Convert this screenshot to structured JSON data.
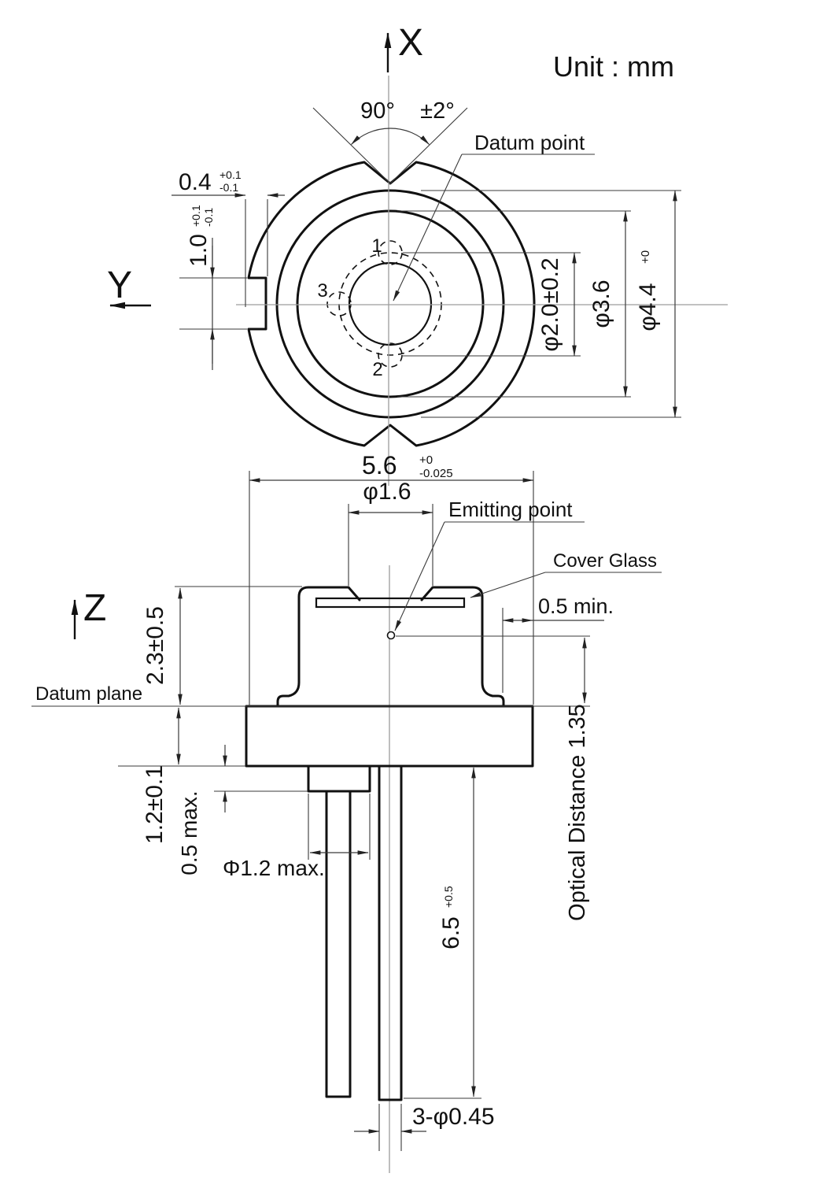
{
  "meta": {
    "unit_label": "Unit : mm"
  },
  "axes": {
    "x": "X",
    "y": "Y",
    "z": "Z"
  },
  "top_view": {
    "angle_value": "90°",
    "angle_tol": "±2°",
    "datum_point_label": "Datum point",
    "tab_depth": {
      "value": "0.4",
      "tol_plus": "+0.1",
      "tol_minus": "-0.1"
    },
    "tab_height": {
      "value": "1.0",
      "tol_plus": "+0.1",
      "tol_minus": "-0.1"
    },
    "pin_circle_dia": "φ2.0±0.2",
    "cap_top_dia": "φ3.6",
    "cap_dia": {
      "value": "φ4.4",
      "tol_plus": "+0"
    },
    "pin_numbers": {
      "pin1": "1",
      "pin2": "2",
      "pin3": "3"
    }
  },
  "side_view": {
    "flange_dia": {
      "value": "5.6",
      "tol_plus": "+0",
      "tol_minus": "-0.025"
    },
    "window_dia": "φ1.6",
    "emitting_point_label": "Emitting point",
    "cover_glass_label": "Cover Glass",
    "edge_clearance": "0.5 min.",
    "cap_height": "2.3±0.5",
    "datum_plane_label": "Datum plane",
    "flange_thickness": "1.2±0.1",
    "pedestal_height": "0.5 max.",
    "pedestal_dia": "Φ1.2 max.",
    "optical_distance": "Optical Distance 1.35",
    "pin_length": {
      "value": "6.5",
      "tol_plus": "+0.5"
    },
    "pin_dia": "3-φ0.45"
  }
}
